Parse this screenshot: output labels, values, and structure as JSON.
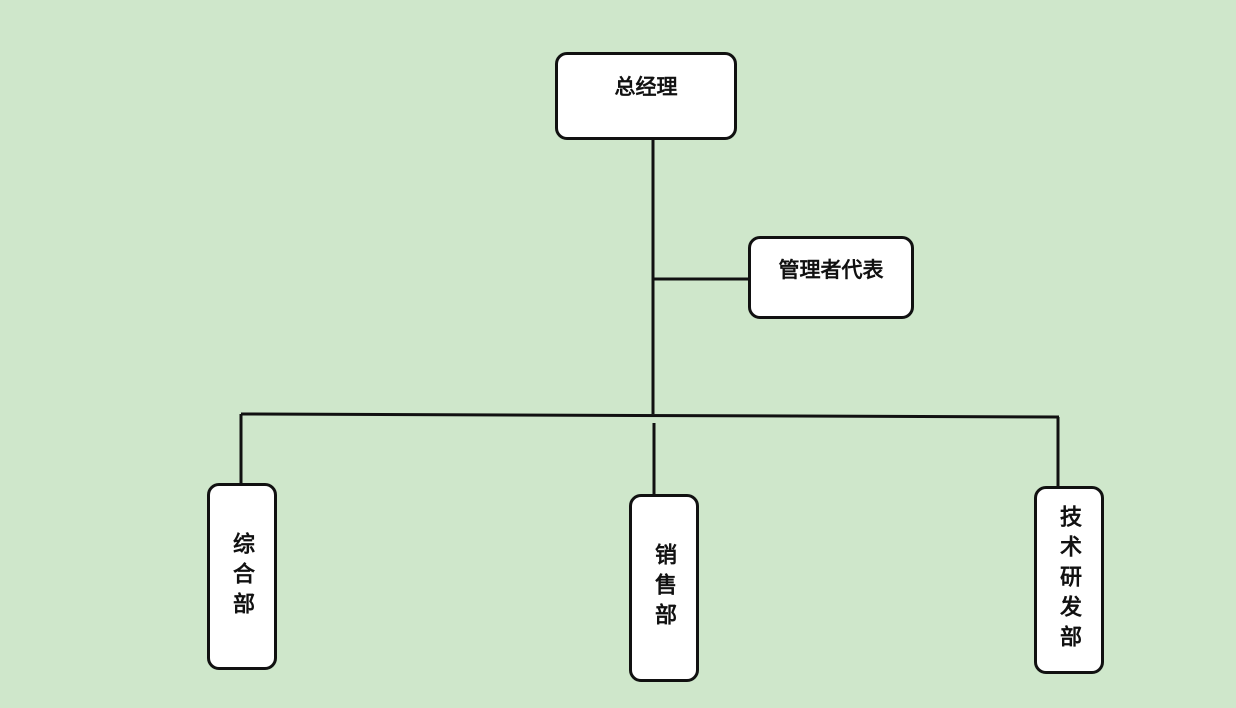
{
  "chart_data": {
    "type": "org-chart",
    "nodes": [
      {
        "id": "gm",
        "label": "总经理"
      },
      {
        "id": "mr",
        "label": "管理者代表"
      },
      {
        "id": "d1",
        "label": "综合部"
      },
      {
        "id": "d2",
        "label": "销售部"
      },
      {
        "id": "d3",
        "label": "技术研发部"
      }
    ],
    "edges": [
      [
        "gm",
        "mr"
      ],
      [
        "gm",
        "d1"
      ],
      [
        "gm",
        "d2"
      ],
      [
        "gm",
        "d3"
      ]
    ]
  },
  "colors": {
    "background": "#cfe7cb",
    "box_fill": "#ffffff",
    "line": "#111111"
  }
}
